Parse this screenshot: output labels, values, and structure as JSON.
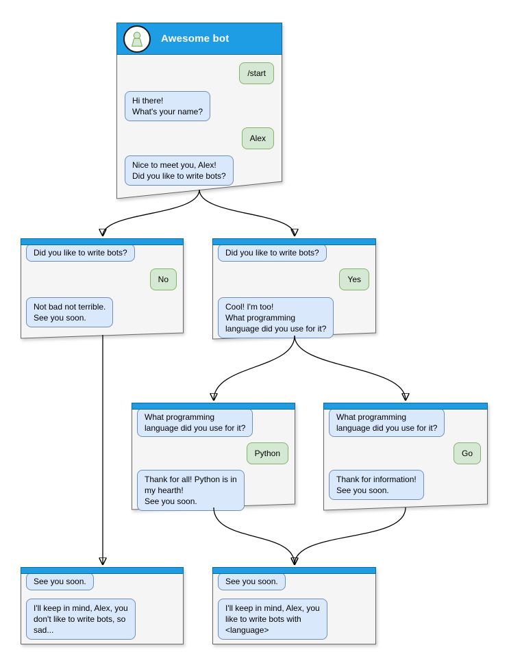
{
  "colors": {
    "accent": "#1E9CE4",
    "win_bg": "#F5F5F5",
    "win_border": "#666666",
    "bot_bg": "#DAE8FC",
    "bot_border": "#6C8EBF",
    "user_bg": "#D5E8D4",
    "user_border": "#82B366",
    "arrow": "#000000"
  },
  "icons": {
    "avatar": "person-icon"
  },
  "windows": {
    "main": {
      "title": "Awesome bot",
      "messages": [
        {
          "from": "user",
          "text": "/start"
        },
        {
          "from": "bot",
          "text": "Hi there!\nWhat's your name?"
        },
        {
          "from": "user",
          "text": "Alex"
        },
        {
          "from": "bot",
          "text": "Nice to meet you, Alex!\nDid you like to write bots?"
        }
      ]
    },
    "branch_no": {
      "messages": [
        {
          "from": "bot",
          "text": "Did you like to write bots?"
        },
        {
          "from": "user",
          "text": "No"
        },
        {
          "from": "bot",
          "text": "Not bad not terrible.\nSee you soon."
        }
      ]
    },
    "branch_yes": {
      "messages": [
        {
          "from": "bot",
          "text": "Did you like to write bots?"
        },
        {
          "from": "user",
          "text": "Yes"
        },
        {
          "from": "bot",
          "text": "Cool! I'm too!\nWhat programming\nlanguage did you use for it?"
        }
      ]
    },
    "python": {
      "messages": [
        {
          "from": "bot",
          "text": "What programming\nlanguage did you use for it?"
        },
        {
          "from": "user",
          "text": "Python"
        },
        {
          "from": "bot",
          "text": "Thank for all! Python is in\nmy hearth!\nSee you soon."
        }
      ]
    },
    "go": {
      "messages": [
        {
          "from": "bot",
          "text": "What programming\nlanguage did you use for it?"
        },
        {
          "from": "user",
          "text": "Go"
        },
        {
          "from": "bot",
          "text": "Thank for information!\nSee you soon."
        }
      ]
    },
    "end_no": {
      "messages": [
        {
          "from": "bot",
          "text": "See you soon."
        },
        {
          "from": "bot",
          "text": "I'll keep in mind, Alex, you\ndon't like to write bots, so\nsad..."
        }
      ]
    },
    "end_yes": {
      "messages": [
        {
          "from": "bot",
          "text": "See you soon."
        },
        {
          "from": "bot",
          "text": "I'll keep in mind, Alex, you\nlike to write bots with\n<language>"
        }
      ]
    }
  }
}
